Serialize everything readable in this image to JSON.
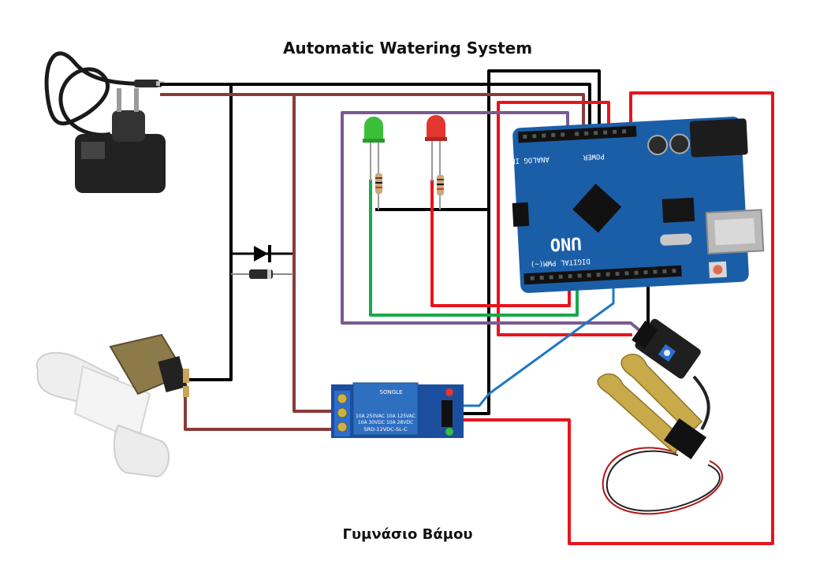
{
  "title": "Automatic Watering System",
  "footer": "Γυμνάσιο Βάμου",
  "arduino": {
    "model_label": "UNO",
    "analog_label": "ANALOG IN",
    "power_label": "POWER",
    "digital_label": "DIGITAL PWM(~)"
  },
  "relay": {
    "brand_label": "SONGLE",
    "spec_line_1": "10A 250VAC  10A 125VAC",
    "spec_line_2": "10A 30VDC   10A 28VDC",
    "model_label": "SRD-12VDC-SL-C"
  },
  "colors": {
    "wire_black": "#000000",
    "wire_brown": "#8b3a3a",
    "wire_red": "#e8141c",
    "wire_purple": "#7a5a92",
    "wire_green": "#1aa84a",
    "wire_blue": "#1f77c4",
    "board_blue": "#1b5ea8",
    "relay_blue": "#2f6fc0",
    "led_green": "#3bbf3b",
    "led_red": "#e2362f"
  }
}
